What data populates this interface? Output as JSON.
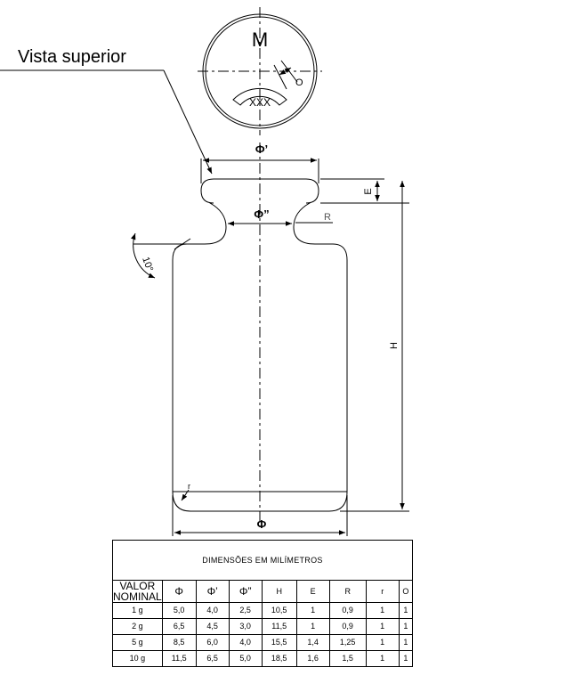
{
  "drawing": {
    "view_label": "Vista superior",
    "top_view": {
      "mark": "M",
      "plate_text": "XXX",
      "o_label": "O"
    },
    "labels": {
      "phi_prime": "Φ’",
      "phi_double": "Φ”",
      "phi": "Φ",
      "E": "E",
      "R": "R",
      "H": "H",
      "angle": "10°",
      "r": "r"
    }
  },
  "table": {
    "title": "DIMENSÕES EM MILÍMETROS",
    "headers": [
      "VALOR NOMINAL",
      "Φ",
      "Φ’",
      "Φ”",
      "H",
      "E",
      "R",
      "r",
      "O"
    ],
    "rows": [
      [
        "1 g",
        "5,0",
        "4,0",
        "2,5",
        "10,5",
        "1",
        "0,9",
        "1",
        "1"
      ],
      [
        "2 g",
        "6,5",
        "4,5",
        "3,0",
        "11,5",
        "1",
        "0,9",
        "1",
        "1"
      ],
      [
        "5 g",
        "8,5",
        "6,0",
        "4,0",
        "15,5",
        "1,4",
        "1,25",
        "1",
        "1"
      ],
      [
        "10 g",
        "11,5",
        "6,5",
        "5,0",
        "18,5",
        "1,6",
        "1,5",
        "1",
        "1"
      ]
    ]
  }
}
